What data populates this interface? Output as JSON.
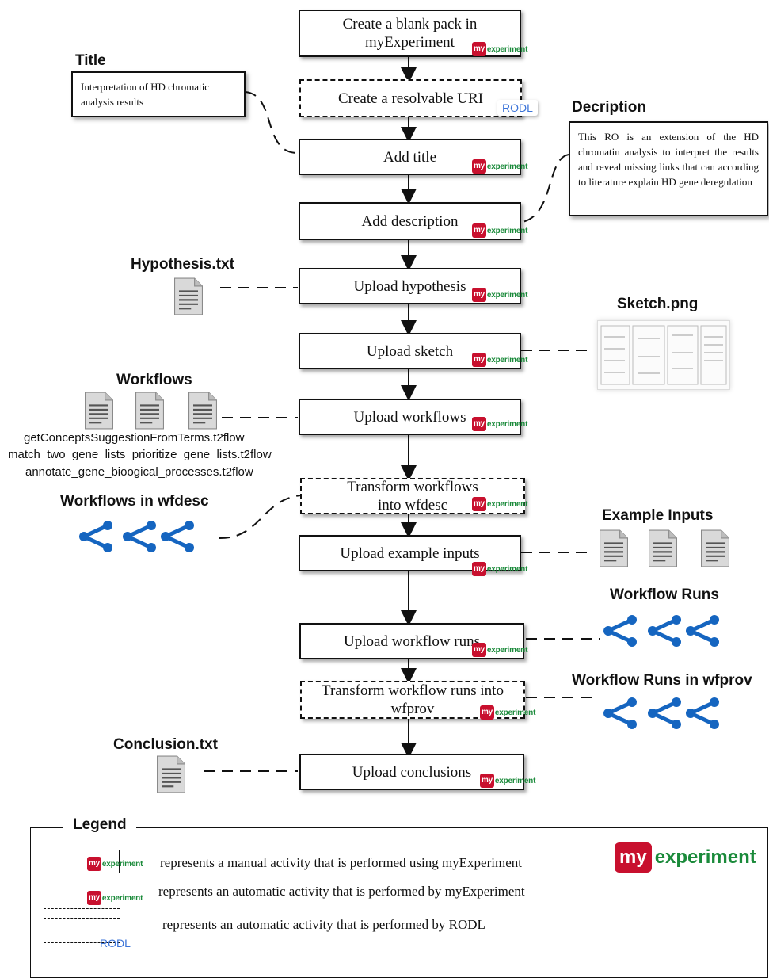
{
  "steps": [
    {
      "label": "Create a blank pack in myExperiment"
    },
    {
      "label": "Create a resolvable URI"
    },
    {
      "label": "Add title"
    },
    {
      "label": "Add description"
    },
    {
      "label": "Upload hypothesis"
    },
    {
      "label": "Upload sketch"
    },
    {
      "label": "Upload workflows"
    },
    {
      "label": "Transform workflows into wfdesc"
    },
    {
      "label": "Upload example inputs"
    },
    {
      "label": "Upload workflow runs"
    },
    {
      "label": "Transform workflow runs into wfprov"
    },
    {
      "label": "Upload conclusions"
    }
  ],
  "badge": {
    "my": "my",
    "experiment": "experiment"
  },
  "rodl": "RODL",
  "title_note": {
    "heading": "Title",
    "text": "Interpretation of HD chromatic analysis results"
  },
  "description_note": {
    "heading": "Decription",
    "text": "This RO is an extension of the HD chromatin analysis to interpret the results and reveal missing links that can according to literature explain HD gene deregulation"
  },
  "artifacts": {
    "hypothesis": "Hypothesis.txt",
    "sketch": "Sketch.png",
    "workflows": "Workflows",
    "workflow_files": [
      "getConceptsSuggestionFromTerms.t2flow",
      "match_two_gene_lists_prioritize_gene_lists.t2flow",
      "annotate_gene_bioogical_processes.t2flow"
    ],
    "workflows_wfdesc": "Workflows in wfdesc",
    "example_inputs": "Example Inputs",
    "workflow_runs": "Workflow Runs",
    "workflow_runs_wfprov": "Workflow Runs in wfprov",
    "conclusion": "Conclusion.txt"
  },
  "legend": {
    "title": "Legend",
    "items": [
      "represents a manual activity that is performed using myExperiment",
      "represents an automatic activity that is performed by myExperiment",
      "represents an automatic activity that is performed by RODL"
    ]
  },
  "icons": [
    "text-document-icon",
    "workflow-graph-icon",
    "sketch-image-icon",
    "myexperiment-logo",
    "rodl-tag"
  ],
  "colors": {
    "myexperiment_red": "#c8102e",
    "myexperiment_green": "#1a8a3a",
    "rodl_blue": "#3b73d8",
    "workflow_blue": "#1565c0"
  }
}
